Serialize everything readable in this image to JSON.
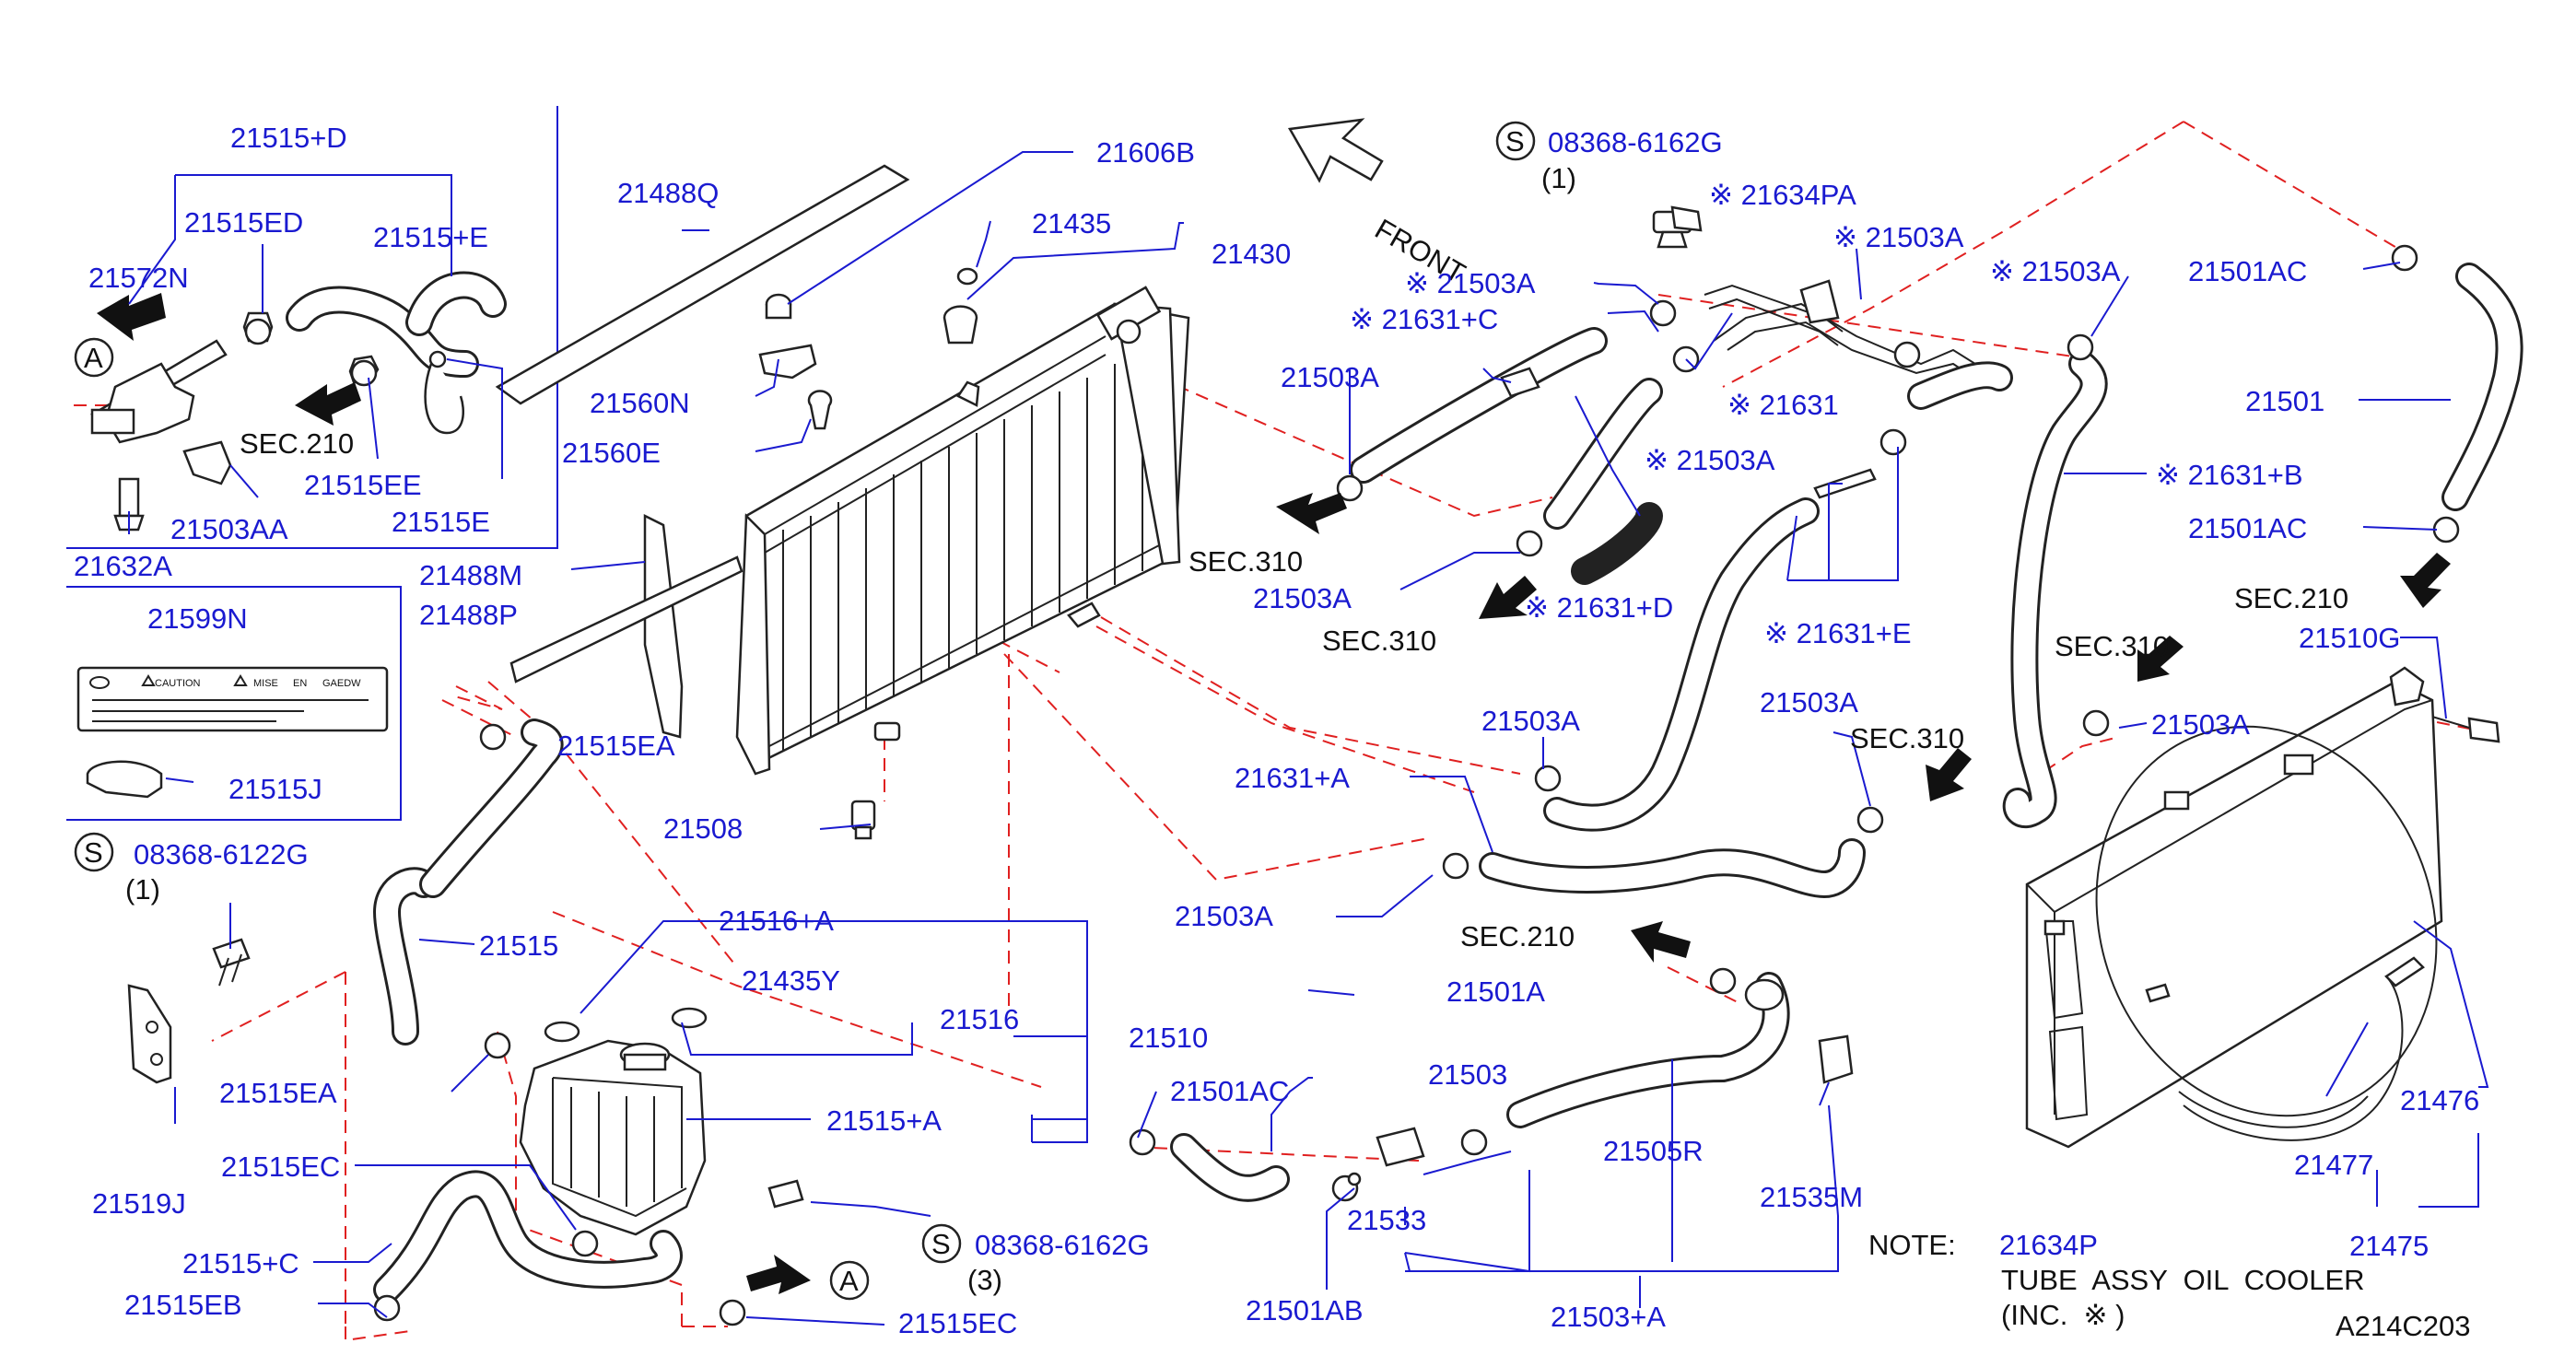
{
  "diagram_id": "A214C203",
  "front_label": "FRONT",
  "note": {
    "label": "NOTE:",
    "part": "21634P",
    "line1": "TUBE  ASSY  OIL  COOLER",
    "line2": "(INC.  ※ )"
  },
  "caution_plate": {
    "caution": "CAUTION",
    "mise": "MISE",
    "en": "EN",
    "gaedw": "GAEDW"
  },
  "callouts": {
    "c21515D": "21515+D",
    "c21515ED": "21515ED",
    "c21515E_plus": "21515+E",
    "c21572N": "21572N",
    "c21515EE": "21515EE",
    "c21515E": "21515E",
    "c21503AA": "21503AA",
    "c21632A": "21632A",
    "c21488Q": "21488Q",
    "c21606B": "21606B",
    "c21435": "21435",
    "c21430": "21430",
    "c21560N": "21560N",
    "c21560E": "21560E",
    "c21488M": "21488M",
    "c21488P": "21488P",
    "c21599N": "21599N",
    "c21515J": "21515J",
    "c21515EA_top": "21515EA",
    "c21508": "21508",
    "c08368_6162G_top": "08368-6162G",
    "c08368_6162G_top_qty": "(1)",
    "c21634PA": "※ 21634PA",
    "c21503A_r1": "※ 21503A",
    "c21503A_r2": "※ 21503A",
    "c21503A_r3": "※ 21503A",
    "c21631C": "※ 21631+C",
    "c21503A_l1": "21503A",
    "c21631": "※ 21631",
    "c21503A_mid": "※ 21503A",
    "c21501AC_top": "21501AC",
    "c21501": "21501",
    "c21631B": "※ 21631+B",
    "c21501AC_mid": "21501AC",
    "c21510G": "21510G",
    "c21503A_l2": "21503A",
    "c21631D": "※ 21631+D",
    "c21631E": "※ 21631+E",
    "c21503A_c1": "21503A",
    "c21503A_c2": "21503A",
    "c21503A_sec": "21503A",
    "c21631A": "21631+A",
    "c21503A_low": "21503A",
    "c08368_6122G": "08368-6122G",
    "c08368_6122G_qty": "(1)",
    "c21515": "21515",
    "c21516A": "21516+A",
    "c21435Y": "21435Y",
    "c21516": "21516",
    "c21510": "21510",
    "c21515EA_low": "21515EA",
    "c21501AC_low": "21501AC",
    "c21515A": "21515+A",
    "c21519J": "21519J",
    "c21515EC_top": "21515EC",
    "c21515C": "21515+C",
    "c21515EB": "21515EB",
    "c21515EC_low": "21515EC",
    "c08368_6162G_low": "08368-6162G",
    "c08368_6162G_low_qty": "(3)",
    "c21501A": "21501A",
    "c21503": "21503",
    "c21505R": "21505R",
    "c21535M": "21535M",
    "c21533": "21533",
    "c21501AB": "21501AB",
    "c21503A_plus": "21503+A",
    "c21476": "21476",
    "c21477": "21477",
    "c21475": "21475"
  },
  "section_refs": {
    "sec210_a": "SEC.210",
    "sec310_a": "SEC.310",
    "sec310_b": "SEC.310",
    "sec210_b": "SEC.210",
    "sec310_c": "SEC.310",
    "sec310_d": "SEC.310",
    "sec210_c": "SEC.210"
  },
  "markers": {
    "view_a": "A",
    "view_a2": "A",
    "s1": "S",
    "s2": "S",
    "s3": "S"
  }
}
